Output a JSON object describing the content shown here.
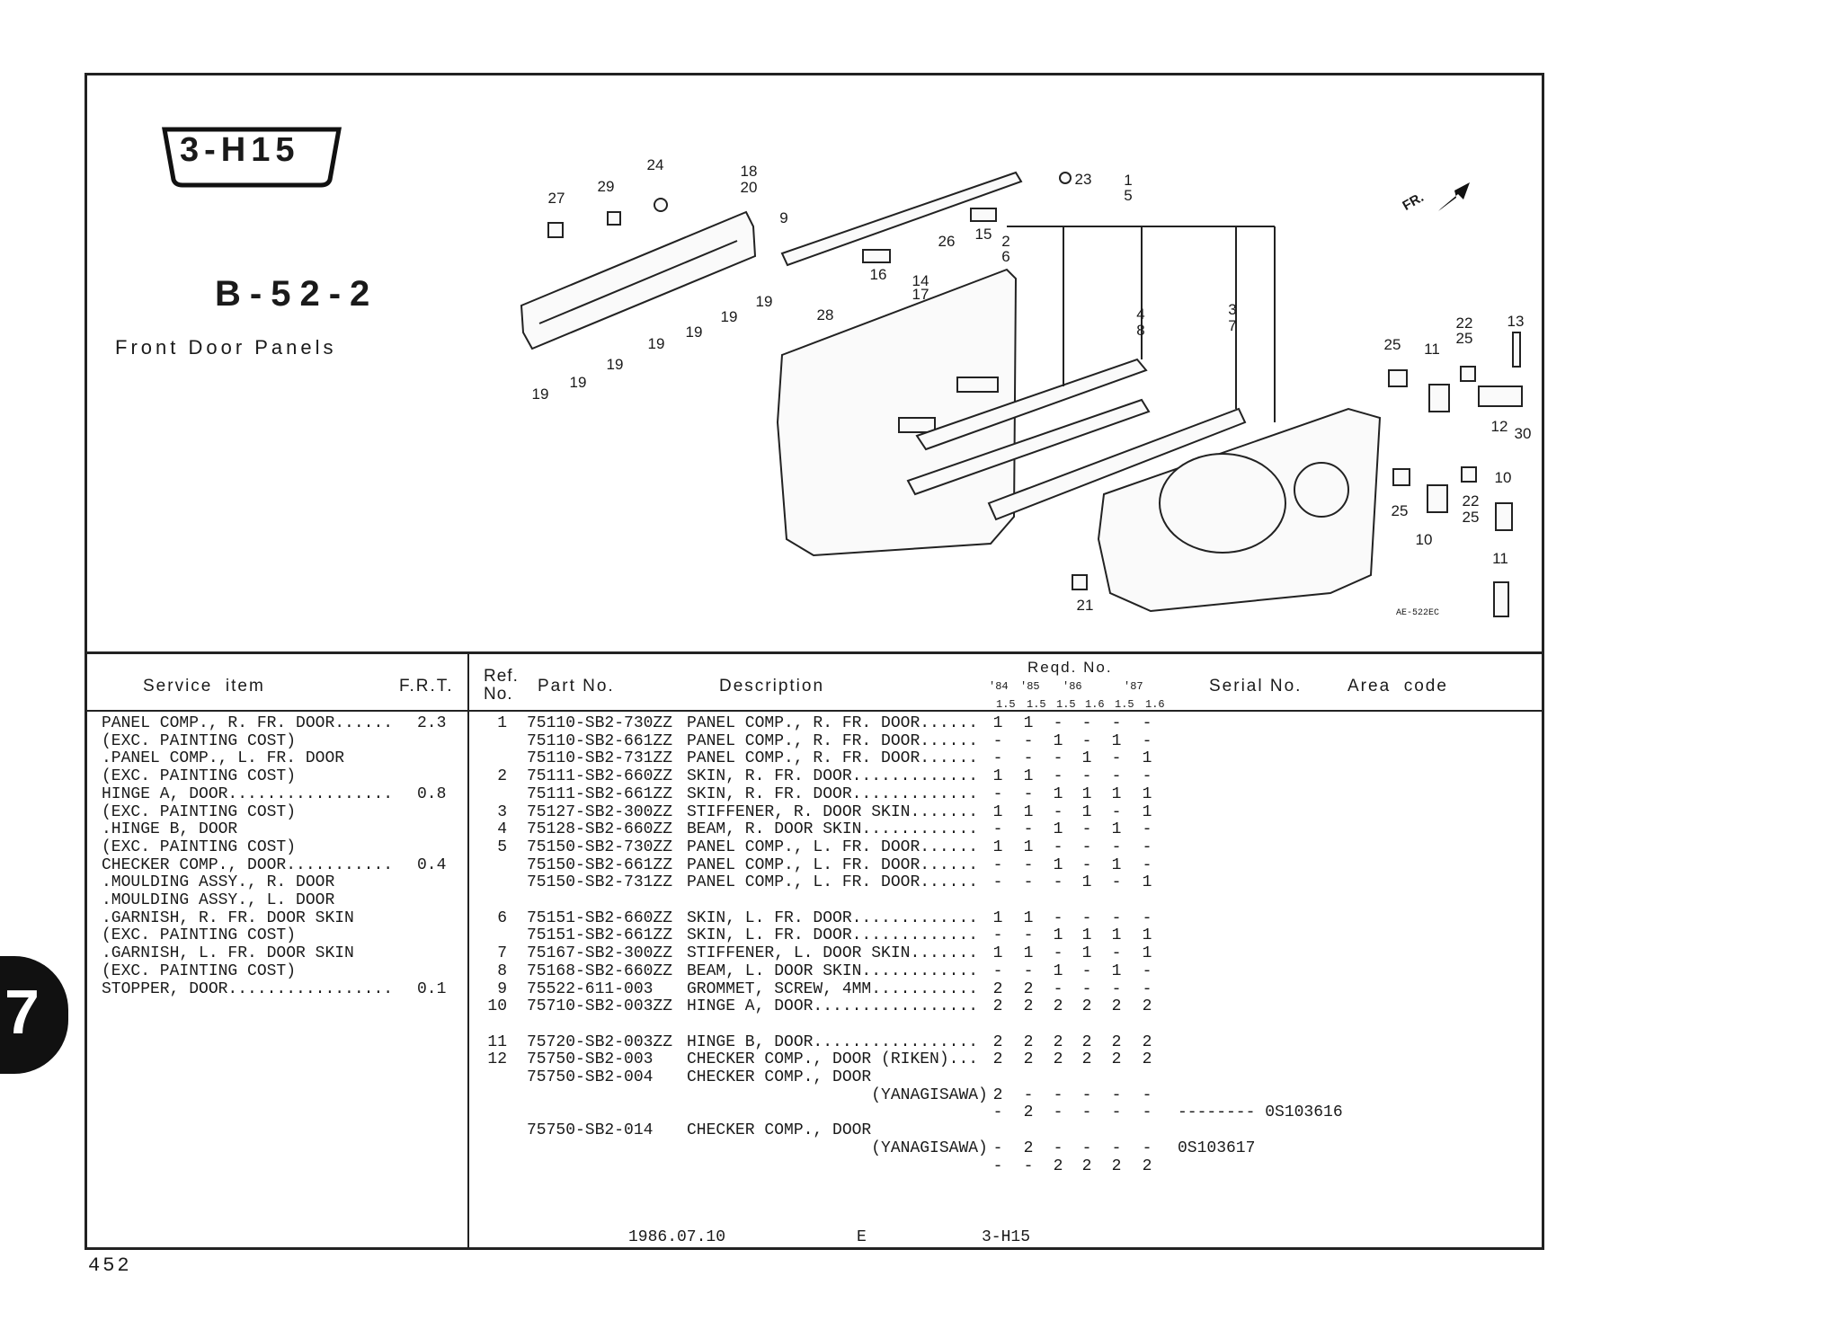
{
  "header": {
    "code_badge": "3-H15",
    "group_no": "B-52-2",
    "title": "Front Door Panels"
  },
  "diagram": {
    "callouts": [
      "27",
      "29",
      "24",
      "18",
      "20",
      "9",
      "23",
      "1",
      "5",
      "15",
      "26",
      "2",
      "6",
      "16",
      "14",
      "17",
      "28",
      "19",
      "19",
      "19",
      "19",
      "19",
      "19",
      "19",
      "4",
      "8",
      "3",
      "7",
      "22",
      "25",
      "13",
      "25",
      "11",
      "12",
      "30",
      "10",
      "25",
      "22",
      "25",
      "10",
      "11",
      "21"
    ],
    "direction_label": "FR.",
    "illustration_code": "AE-522EC"
  },
  "table_header": {
    "service_item": "Service  item",
    "frt": "F.R.T.",
    "ref_no_1": "Ref.",
    "ref_no_2": "No.",
    "part_no": "Part No.",
    "description": "Description",
    "reqd_no": "Reqd. No.",
    "years": [
      "'84",
      "'85",
      "'86",
      "'87"
    ],
    "engines": [
      "1.5",
      "1.5",
      "1.5",
      "1.6",
      "1.5",
      "1.6"
    ],
    "serial_no": "Serial No.",
    "area_code": "Area  code"
  },
  "service_items": [
    {
      "text": "PANEL COMP., R. FR. DOOR......",
      "frt": "2.3"
    },
    {
      "text": "(EXC. PAINTING COST)",
      "frt": ""
    },
    {
      "text": ".PANEL COMP., L. FR. DOOR",
      "frt": ""
    },
    {
      "text": "(EXC. PAINTING COST)",
      "frt": ""
    },
    {
      "text": "HINGE A, DOOR.................",
      "frt": "0.8"
    },
    {
      "text": "(EXC. PAINTING COST)",
      "frt": ""
    },
    {
      "text": ".HINGE B, DOOR",
      "frt": ""
    },
    {
      "text": "(EXC. PAINTING COST)",
      "frt": ""
    },
    {
      "text": "CHECKER COMP., DOOR...........",
      "frt": "0.4"
    },
    {
      "text": ".MOULDING ASSY., R. DOOR",
      "frt": ""
    },
    {
      "text": ".MOULDING ASSY., L. DOOR",
      "frt": ""
    },
    {
      "text": ".GARNISH, R. FR. DOOR SKIN",
      "frt": ""
    },
    {
      "text": "(EXC. PAINTING COST)",
      "frt": ""
    },
    {
      "text": ".GARNISH, L. FR. DOOR SKIN",
      "frt": ""
    },
    {
      "text": "(EXC. PAINTING COST)",
      "frt": ""
    },
    {
      "text": "STOPPER, DOOR.................",
      "frt": "0.1"
    }
  ],
  "parts": [
    {
      "line": 0,
      "ref": "1",
      "part": "75110-SB2-730ZZ",
      "desc": "PANEL COMP., R. FR. DOOR......",
      "qty": [
        "1",
        "1",
        "-",
        "-",
        "-",
        "-"
      ],
      "serial": ""
    },
    {
      "line": 1,
      "ref": "",
      "part": "75110-SB2-661ZZ",
      "desc": "PANEL COMP., R. FR. DOOR......",
      "qty": [
        "-",
        "-",
        "1",
        "-",
        "1",
        "-"
      ],
      "serial": ""
    },
    {
      "line": 2,
      "ref": "",
      "part": "75110-SB2-731ZZ",
      "desc": "PANEL COMP., R. FR. DOOR......",
      "qty": [
        "-",
        "-",
        "-",
        "1",
        "-",
        "1"
      ],
      "serial": ""
    },
    {
      "line": 3,
      "ref": "2",
      "part": "75111-SB2-660ZZ",
      "desc": "SKIN, R. FR. DOOR.............",
      "qty": [
        "1",
        "1",
        "-",
        "-",
        "-",
        "-"
      ],
      "serial": ""
    },
    {
      "line": 4,
      "ref": "",
      "part": "75111-SB2-661ZZ",
      "desc": "SKIN, R. FR. DOOR.............",
      "qty": [
        "-",
        "-",
        "1",
        "1",
        "1",
        "1"
      ],
      "serial": ""
    },
    {
      "line": 5,
      "ref": "3",
      "part": "75127-SB2-300ZZ",
      "desc": "STIFFENER, R. DOOR SKIN.......",
      "qty": [
        "1",
        "1",
        "-",
        "1",
        "-",
        "1"
      ],
      "serial": ""
    },
    {
      "line": 6,
      "ref": "4",
      "part": "75128-SB2-660ZZ",
      "desc": "BEAM, R. DOOR SKIN............",
      "qty": [
        "-",
        "-",
        "1",
        "-",
        "1",
        "-"
      ],
      "serial": ""
    },
    {
      "line": 7,
      "ref": "5",
      "part": "75150-SB2-730ZZ",
      "desc": "PANEL COMP., L. FR. DOOR......",
      "qty": [
        "1",
        "1",
        "-",
        "-",
        "-",
        "-"
      ],
      "serial": ""
    },
    {
      "line": 8,
      "ref": "",
      "part": "75150-SB2-661ZZ",
      "desc": "PANEL COMP., L. FR. DOOR......",
      "qty": [
        "-",
        "-",
        "1",
        "-",
        "1",
        "-"
      ],
      "serial": ""
    },
    {
      "line": 9,
      "ref": "",
      "part": "75150-SB2-731ZZ",
      "desc": "PANEL COMP., L. FR. DOOR......",
      "qty": [
        "-",
        "-",
        "-",
        "1",
        "-",
        "1"
      ],
      "serial": ""
    },
    {
      "line": 11,
      "ref": "6",
      "part": "75151-SB2-660ZZ",
      "desc": "SKIN, L. FR. DOOR.............",
      "qty": [
        "1",
        "1",
        "-",
        "-",
        "-",
        "-"
      ],
      "serial": ""
    },
    {
      "line": 12,
      "ref": "",
      "part": "75151-SB2-661ZZ",
      "desc": "SKIN, L. FR. DOOR.............",
      "qty": [
        "-",
        "-",
        "1",
        "1",
        "1",
        "1"
      ],
      "serial": ""
    },
    {
      "line": 13,
      "ref": "7",
      "part": "75167-SB2-300ZZ",
      "desc": "STIFFENER, L. DOOR SKIN.......",
      "qty": [
        "1",
        "1",
        "-",
        "1",
        "-",
        "1"
      ],
      "serial": ""
    },
    {
      "line": 14,
      "ref": "8",
      "part": "75168-SB2-660ZZ",
      "desc": "BEAM, L. DOOR SKIN............",
      "qty": [
        "-",
        "-",
        "1",
        "-",
        "1",
        "-"
      ],
      "serial": ""
    },
    {
      "line": 15,
      "ref": "9",
      "part": "75522-611-003",
      "desc": "GROMMET, SCREW, 4MM...........",
      "qty": [
        "2",
        "2",
        "-",
        "-",
        "-",
        "-"
      ],
      "serial": ""
    },
    {
      "line": 16,
      "ref": "10",
      "part": "75710-SB2-003ZZ",
      "desc": "HINGE A, DOOR.................",
      "qty": [
        "2",
        "2",
        "2",
        "2",
        "2",
        "2"
      ],
      "serial": ""
    },
    {
      "line": 18,
      "ref": "11",
      "part": "75720-SB2-003ZZ",
      "desc": "HINGE B, DOOR.................",
      "qty": [
        "2",
        "2",
        "2",
        "2",
        "2",
        "2"
      ],
      "serial": ""
    },
    {
      "line": 19,
      "ref": "12",
      "part": "75750-SB2-003",
      "desc": "CHECKER COMP., DOOR (RIKEN)...",
      "qty": [
        "2",
        "2",
        "2",
        "2",
        "2",
        "2"
      ],
      "serial": ""
    },
    {
      "line": 20,
      "ref": "",
      "part": "75750-SB2-004",
      "desc": "CHECKER COMP., DOOR",
      "qty": [
        "",
        "",
        "",
        "",
        "",
        ""
      ],
      "serial": ""
    },
    {
      "line": 21,
      "ref": "",
      "part": "",
      "desc": "                   (YANAGISAWA)",
      "qty": [
        "2",
        "-",
        "-",
        "-",
        "-",
        "-"
      ],
      "serial": ""
    },
    {
      "line": 22,
      "ref": "",
      "part": "",
      "desc": "",
      "qty": [
        "-",
        "2",
        "-",
        "-",
        "-",
        "-"
      ],
      "serial": "-------- 0S103616"
    },
    {
      "line": 23,
      "ref": "",
      "part": "75750-SB2-014",
      "desc": "CHECKER COMP., DOOR",
      "qty": [
        "",
        "",
        "",
        "",
        "",
        ""
      ],
      "serial": ""
    },
    {
      "line": 24,
      "ref": "",
      "part": "",
      "desc": "                   (YANAGISAWA)",
      "qty": [
        "-",
        "2",
        "-",
        "-",
        "-",
        "-"
      ],
      "serial": "0S103617"
    },
    {
      "line": 25,
      "ref": "",
      "part": "",
      "desc": "",
      "qty": [
        "-",
        "-",
        "2",
        "2",
        "2",
        "2"
      ],
      "serial": ""
    }
  ],
  "footer": {
    "date": "1986.07.10",
    "edition": "E",
    "code": "3-H15",
    "page_number": "452",
    "section_tab": "7"
  }
}
